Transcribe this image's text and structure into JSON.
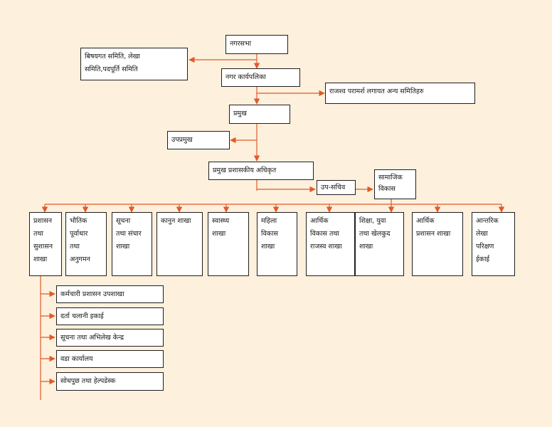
{
  "colors": {
    "background": "#fdf0dc",
    "connector": "#e05a2b",
    "box_border": "#1f1f1f"
  },
  "top": {
    "nagarsabha": "नगरसभा",
    "bishayagat_samiti": [
      "बिषयगत समिति, लेखा",
      "समिति,पदपूर्ति समिति"
    ],
    "nagar_karyapalika": "नगर कार्यपलिका",
    "rajashwa_paramarsha": "राजश्व परामर्श लगायत अन्य समितिहरु",
    "pramukh": "प्रमुख",
    "upapramukh": "उपप्रमुख",
    "pramukh_prashasakiya_adhikrit": "प्रमुख प्रशासकीय अधिकृत",
    "upa_sachib": "उप-सचिव",
    "samajik_bikas": [
      "सामाजिक",
      "विकास"
    ]
  },
  "branches": [
    [
      "प्रशासन",
      "तथा",
      "सुशासन",
      "शाखा"
    ],
    [
      "भौतिक",
      "पूर्वाधार",
      "तथा",
      "अनुगमन"
    ],
    [
      "सूचना",
      "तथा संचार",
      "शाखा"
    ],
    [
      "कानुन शाखा"
    ],
    [
      "स्वास्थ्य",
      "शाखा"
    ],
    [
      "महिला",
      "विकास",
      "शाखा"
    ],
    [
      "आर्थिक",
      "विकास तथा",
      "राजस्व शाखा"
    ],
    [
      "शिक्षा, युवा",
      "तथा खेलकुद",
      "शाखा"
    ],
    [
      "आर्थिक",
      "प्रशासन शाखा"
    ],
    [
      "आन्तरिक",
      "लेखा",
      "परिक्षण",
      "ईकाई"
    ]
  ],
  "sub_units": [
    "कर्मचारी प्रशासन उपशाखा",
    "दर्ता चलानी इकाई",
    "सूचना तथा अभिलेख केन्द्र",
    "वडा कार्यालय",
    "सोधपुछ तथा हेल्पडेस्क"
  ]
}
